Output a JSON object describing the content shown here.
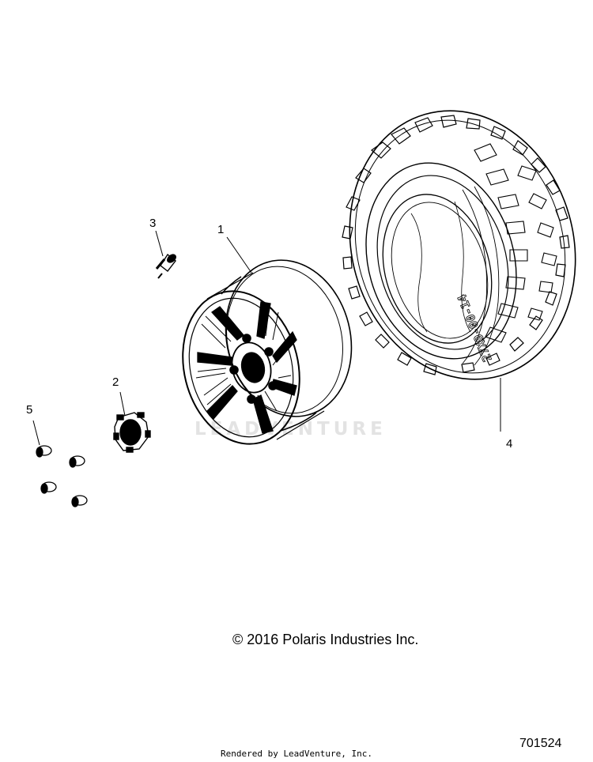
{
  "callouts": [
    {
      "id": "1",
      "label": "1"
    },
    {
      "id": "2",
      "label": "2"
    },
    {
      "id": "3",
      "label": "3"
    },
    {
      "id": "4",
      "label": "4"
    },
    {
      "id": "5",
      "label": "5"
    }
  ],
  "tire_sidewall_text": "27X9-00-14",
  "watermark": "LEADVENTURE",
  "copyright": "© 2016 Polaris Industries Inc.",
  "diagram_number": "701524",
  "rendered_by": "Rendered by LeadVenture, Inc.",
  "colors": {
    "line": "#000000",
    "background": "#ffffff",
    "watermark": "#e3e3e3"
  }
}
